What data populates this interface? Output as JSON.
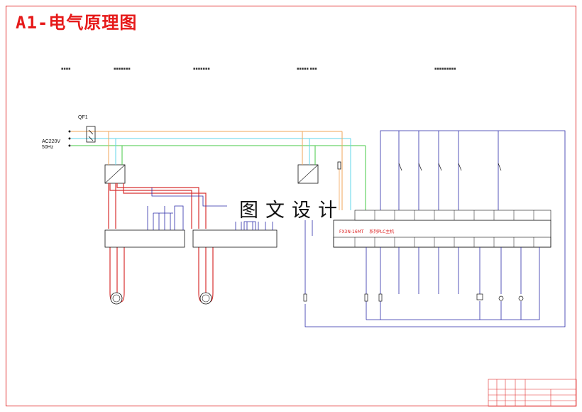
{
  "title": "A1-电气原理图",
  "watermark": "图文设计",
  "power": {
    "breaker": "QF1",
    "supply_voltage": "AC220V",
    "supply_freq": "50Hz"
  },
  "plc": {
    "model": "FX3N-16MT",
    "model_suffix": "系列PLC主机"
  },
  "colors": {
    "frame": "#e23030",
    "phase_line": "#f2a65a",
    "neutral_line": "#5fd4e8",
    "ground_line": "#46c846",
    "motor_power": "#d83030",
    "control": "#2a2aa8"
  }
}
